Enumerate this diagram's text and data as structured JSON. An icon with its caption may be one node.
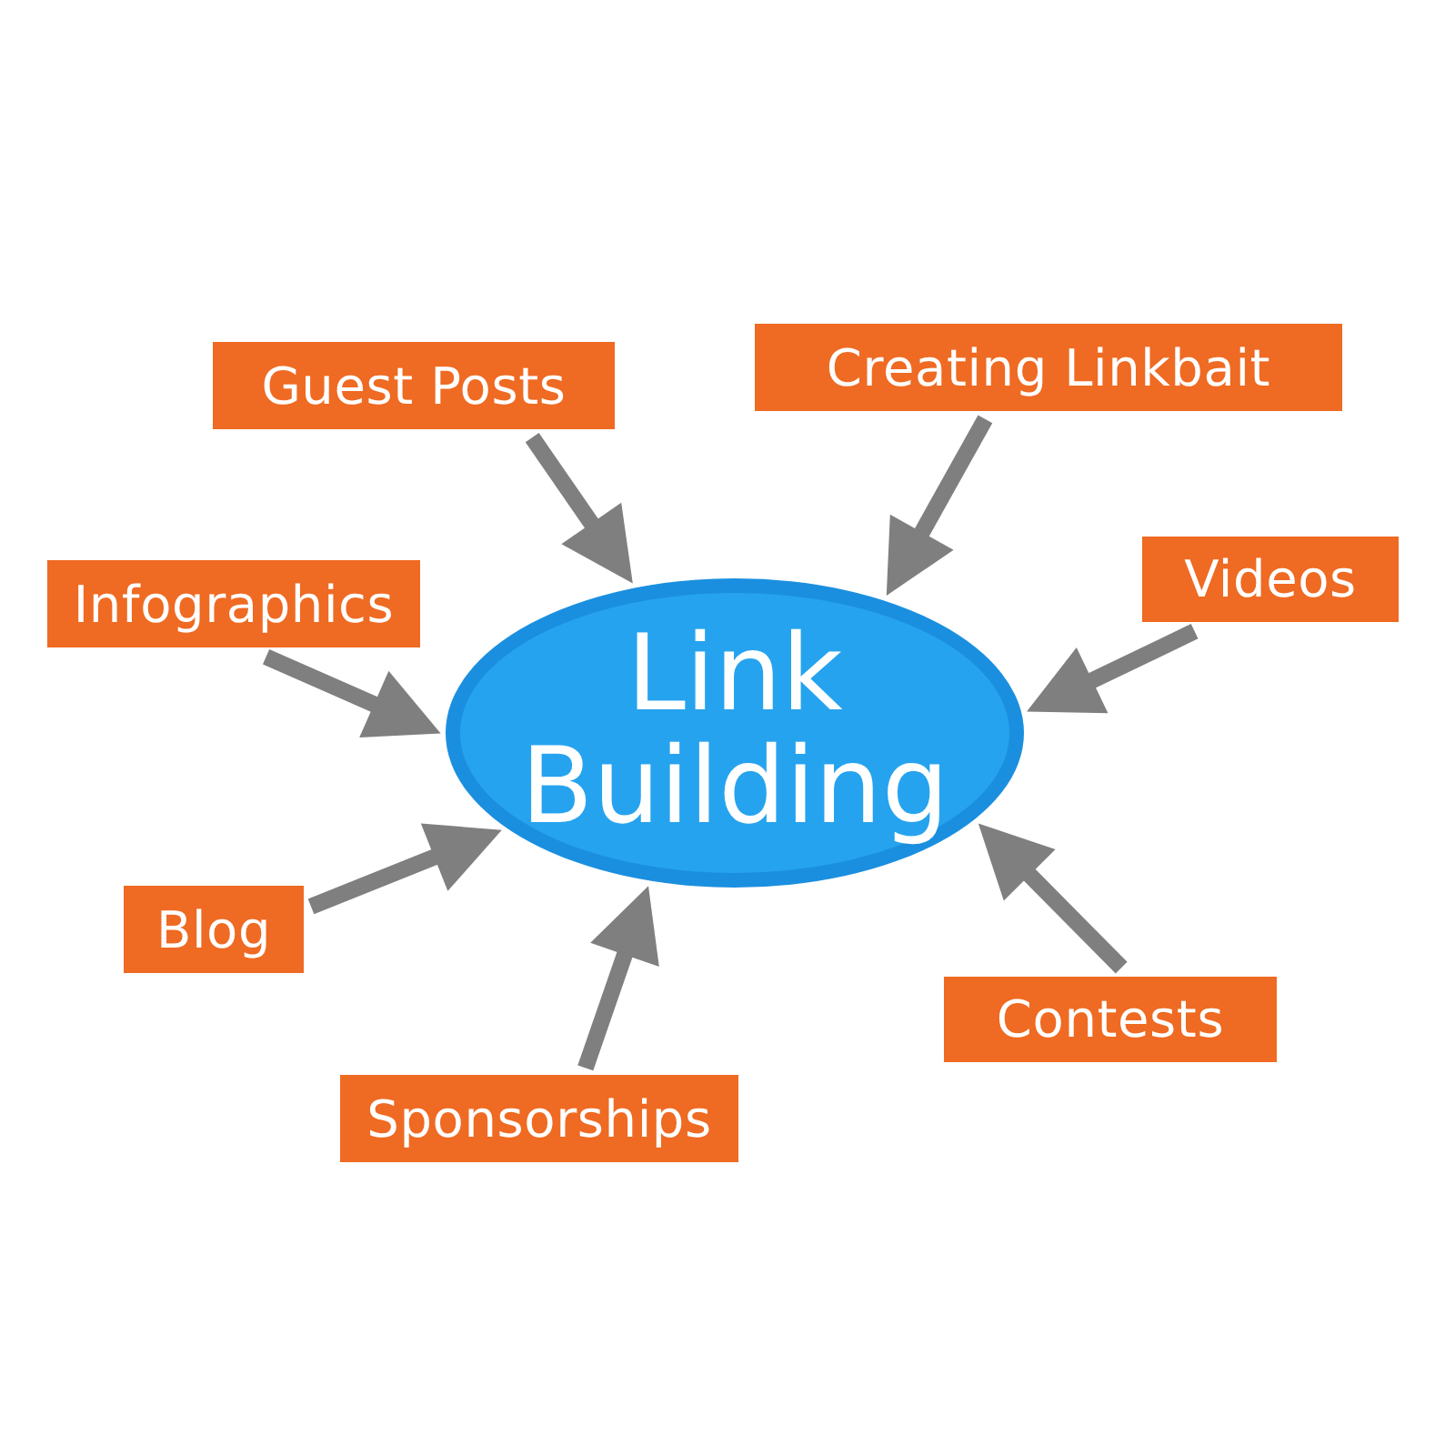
{
  "diagram": {
    "nodes": [
      {
        "text": [
          "Guest Posts"
        ]
      },
      {
        "text": [
          "Creating Linkbait"
        ]
      },
      {
        "text": [
          "Infographics"
        ]
      },
      {
        "text": [
          "Videos"
        ]
      },
      {
        "text": [
          "Link Building"
        ]
      },
      {
        "text": [
          "Blog"
        ]
      },
      {
        "text": [
          "Contests"
        ]
      },
      {
        "text": [
          "Sponsorships"
        ]
      }
    ],
    "edges": [
      {
        "from": 0,
        "to": 4,
        "arrow": "to"
      },
      {
        "from": 1,
        "to": 4,
        "arrow": "to"
      },
      {
        "from": 2,
        "to": 4,
        "arrow": "to"
      },
      {
        "from": 3,
        "to": 4,
        "arrow": "to"
      },
      {
        "from": 5,
        "to": 4,
        "arrow": "to"
      },
      {
        "from": 6,
        "to": 4,
        "arrow": "to"
      },
      {
        "from": 7,
        "to": 4,
        "arrow": "to"
      }
    ]
  }
}
